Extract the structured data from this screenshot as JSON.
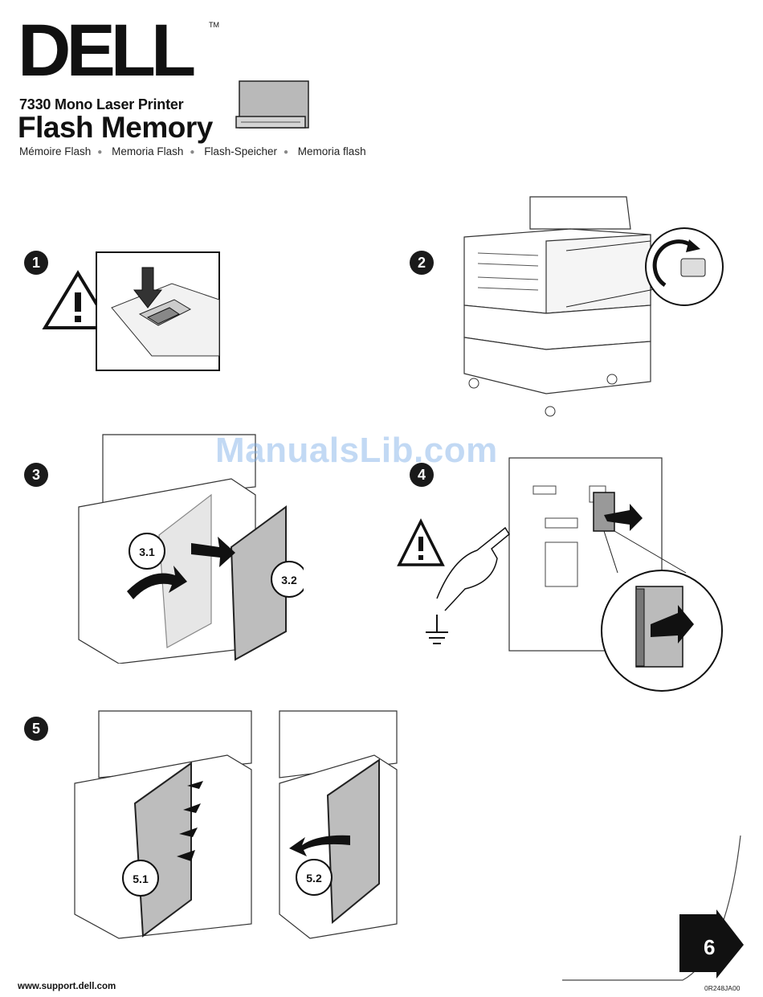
{
  "brand": {
    "logo_text": "DELL",
    "trademark": "TM"
  },
  "header": {
    "model": "7330 Mono Laser Printer",
    "title": "Flash Memory",
    "translations": [
      "Mémoire Flash",
      "Memoria Flash",
      "Flash-Speicher",
      "Memoria flash"
    ]
  },
  "steps": [
    {
      "number": "1"
    },
    {
      "number": "2"
    },
    {
      "number": "3",
      "substeps": [
        "3.1",
        "3.2"
      ]
    },
    {
      "number": "4"
    },
    {
      "number": "5",
      "substeps": [
        "5.1",
        "5.2"
      ]
    }
  ],
  "watermark": "ManualsLib.com",
  "footer": {
    "url": "www.support.dell.com",
    "doc_code": "0R248JA00",
    "next_page": "6"
  },
  "colors": {
    "step_badge": "#1a1a1a",
    "watermark": "#78aae6"
  }
}
